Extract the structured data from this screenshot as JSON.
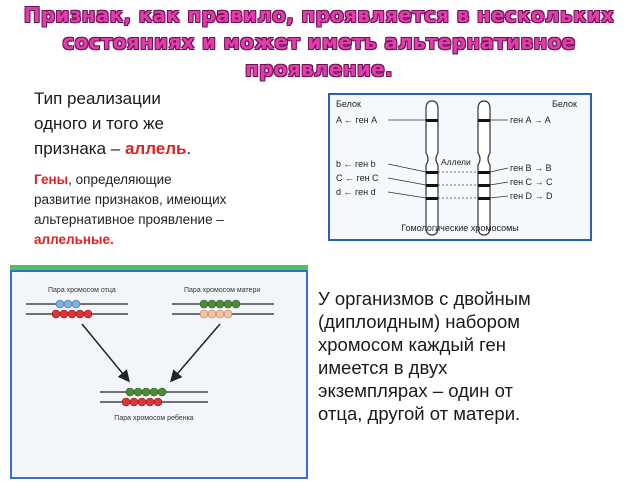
{
  "title": {
    "line1": "Признак, как правило, проявляется в нескольких",
    "line2": "состояниях и может иметь альтернативное",
    "line3": "проявление."
  },
  "definition": {
    "line1": "Тип реализации",
    "line2": "одного и того же",
    "line3_prefix": "признака – ",
    "term": "аллель",
    "line3_suffix": "."
  },
  "genes_note": {
    "term": "Гены",
    "rest1": ", определяющие",
    "line2": "развитие признаков, имеющих",
    "line3": "альтернативное проявление –",
    "term2": "аллельные."
  },
  "diagram1": {
    "protein_left": "Белок",
    "protein_right": "Белок",
    "left_labels": [
      "A ← ген A",
      "b ← ген b",
      "C ← ген C",
      "d ← ген d"
    ],
    "right_labels": [
      "ген A → A",
      "ген B → B",
      "ген C → C",
      "ген D → D"
    ],
    "alleles_label": "Аллели",
    "caption": "Гомологические хромосомы"
  },
  "diagram2": {
    "father_pair": "Пара хромосом отца",
    "mother_pair": "Пара хромосом матери",
    "child_pair": "Пара хромосом ребенка"
  },
  "body_text": {
    "line1": "У организмов с двойным",
    "line2": "(диплоидным) набором",
    "line3": "хромосом каждый ген",
    "line4": "имеется в двух",
    "line5": "экземплярах – один от",
    "line6": "отца, другой от матери."
  },
  "colors": {
    "title": "#e23cae",
    "accent_red": "#e02020",
    "box_border": "#2a5fb4",
    "green_bar": "#4fbf6a"
  }
}
